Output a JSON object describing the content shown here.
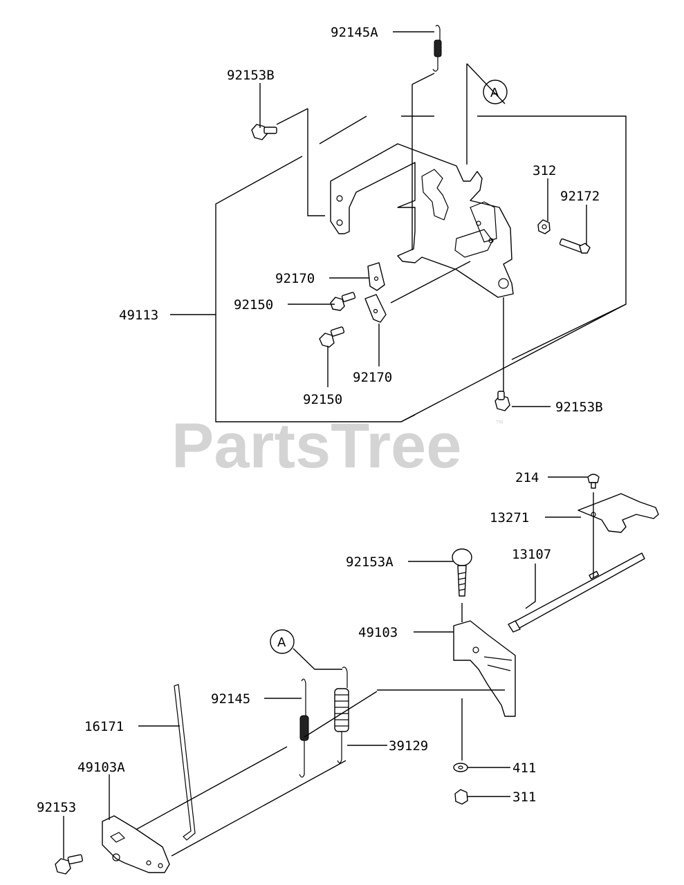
{
  "watermark": {
    "text": "PartsTree",
    "tm": "™"
  },
  "callouts": {
    "a_top": "A",
    "a_bottom": "A"
  },
  "labels": {
    "p92145A": "92145A",
    "p92153B_top": "92153B",
    "p312": "312",
    "p92172": "92172",
    "p92170_a": "92170",
    "p92150_a": "92150",
    "p49113": "49113",
    "p92170_b": "92170",
    "p92150_b": "92150",
    "p92153B_bottom": "92153B",
    "p214": "214",
    "p13271": "13271",
    "p13107": "13107",
    "p92153A": "92153A",
    "p49103": "49103",
    "p92145": "92145",
    "p16171": "16171",
    "p39129": "39129",
    "p49103A": "49103A",
    "p411": "411",
    "p311": "311",
    "p92153": "92153"
  },
  "colors": {
    "line": "#000000",
    "watermark": "#d4d4d4",
    "background": "#ffffff"
  }
}
